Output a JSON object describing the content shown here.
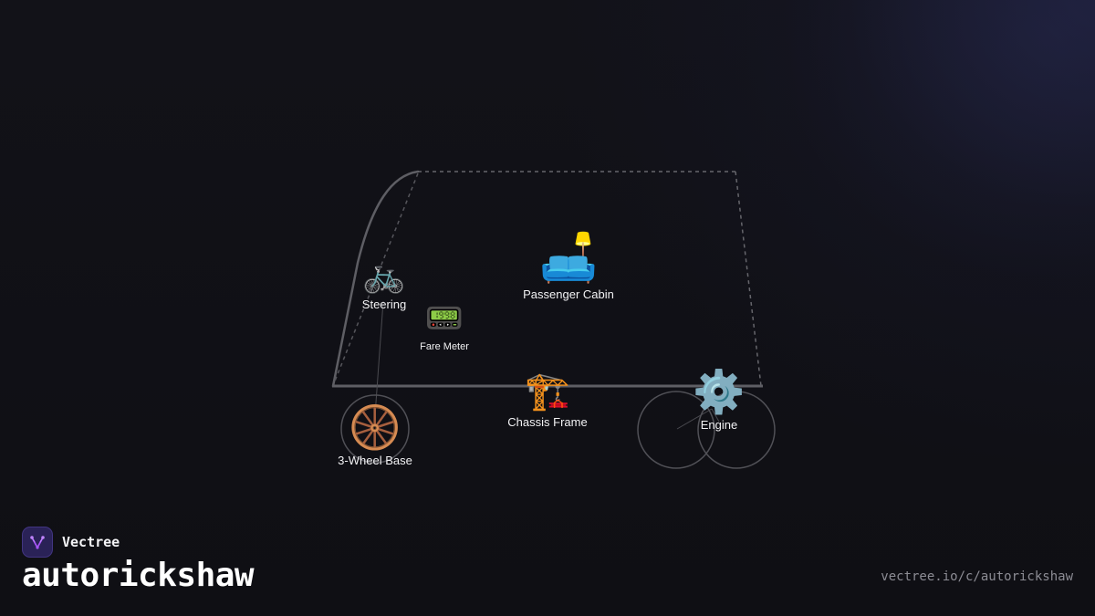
{
  "diagram": {
    "nodes": [
      {
        "id": "steering",
        "label": "Steering",
        "icon": "bicycle-icon",
        "emoji": "🚲"
      },
      {
        "id": "passenger_cabin",
        "label": "Passenger Cabin",
        "icon": "couch-and-lamp-icon",
        "emoji": "🛋️"
      },
      {
        "id": "fare_meter",
        "label": "Fare Meter",
        "icon": "pager-icon",
        "emoji": "📟"
      },
      {
        "id": "chassis_frame",
        "label": "Chassis Frame",
        "icon": "building-construction-icon",
        "emoji": "🏗️"
      },
      {
        "id": "engine",
        "label": "Engine",
        "icon": "gear-icon",
        "emoji": "⚙️"
      },
      {
        "id": "wheel_base",
        "label": "3-Wheel Base",
        "icon": "wheel-icon",
        "emoji": "🛞"
      }
    ]
  },
  "brand": {
    "name": "Vectree"
  },
  "title": "autorickshaw",
  "url": "vectree.io/c/autorickshaw",
  "colors": {
    "background": "#111117",
    "outline": "#5e5e64",
    "brand_logo_bg": "#2a2257",
    "brand_logo_accent": "#a855f7"
  }
}
